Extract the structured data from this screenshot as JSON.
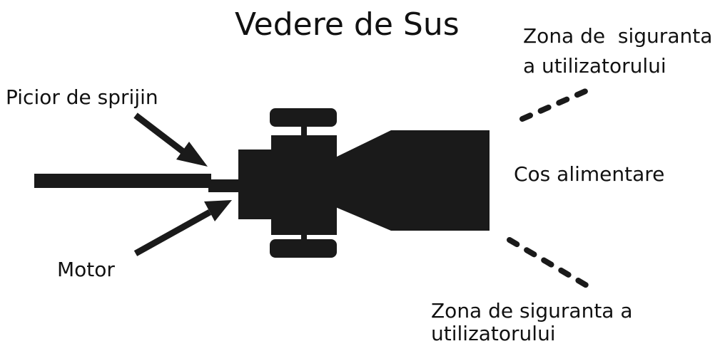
{
  "title": "Vedere de Sus",
  "labels": {
    "safety_zone_top_line1": "Zona de  siguranta",
    "safety_zone_top_line2": "a utilizatorului",
    "support_leg": "Picior de sprijin",
    "feed_hopper": "Cos alimentare",
    "motor": "Motor",
    "safety_zone_bottom_line1": "Zona de siguranta a",
    "safety_zone_bottom_line2": "utilizatorului"
  },
  "colors": {
    "machine": "#1a1a1a",
    "text": "#111111",
    "background": "#ffffff"
  }
}
